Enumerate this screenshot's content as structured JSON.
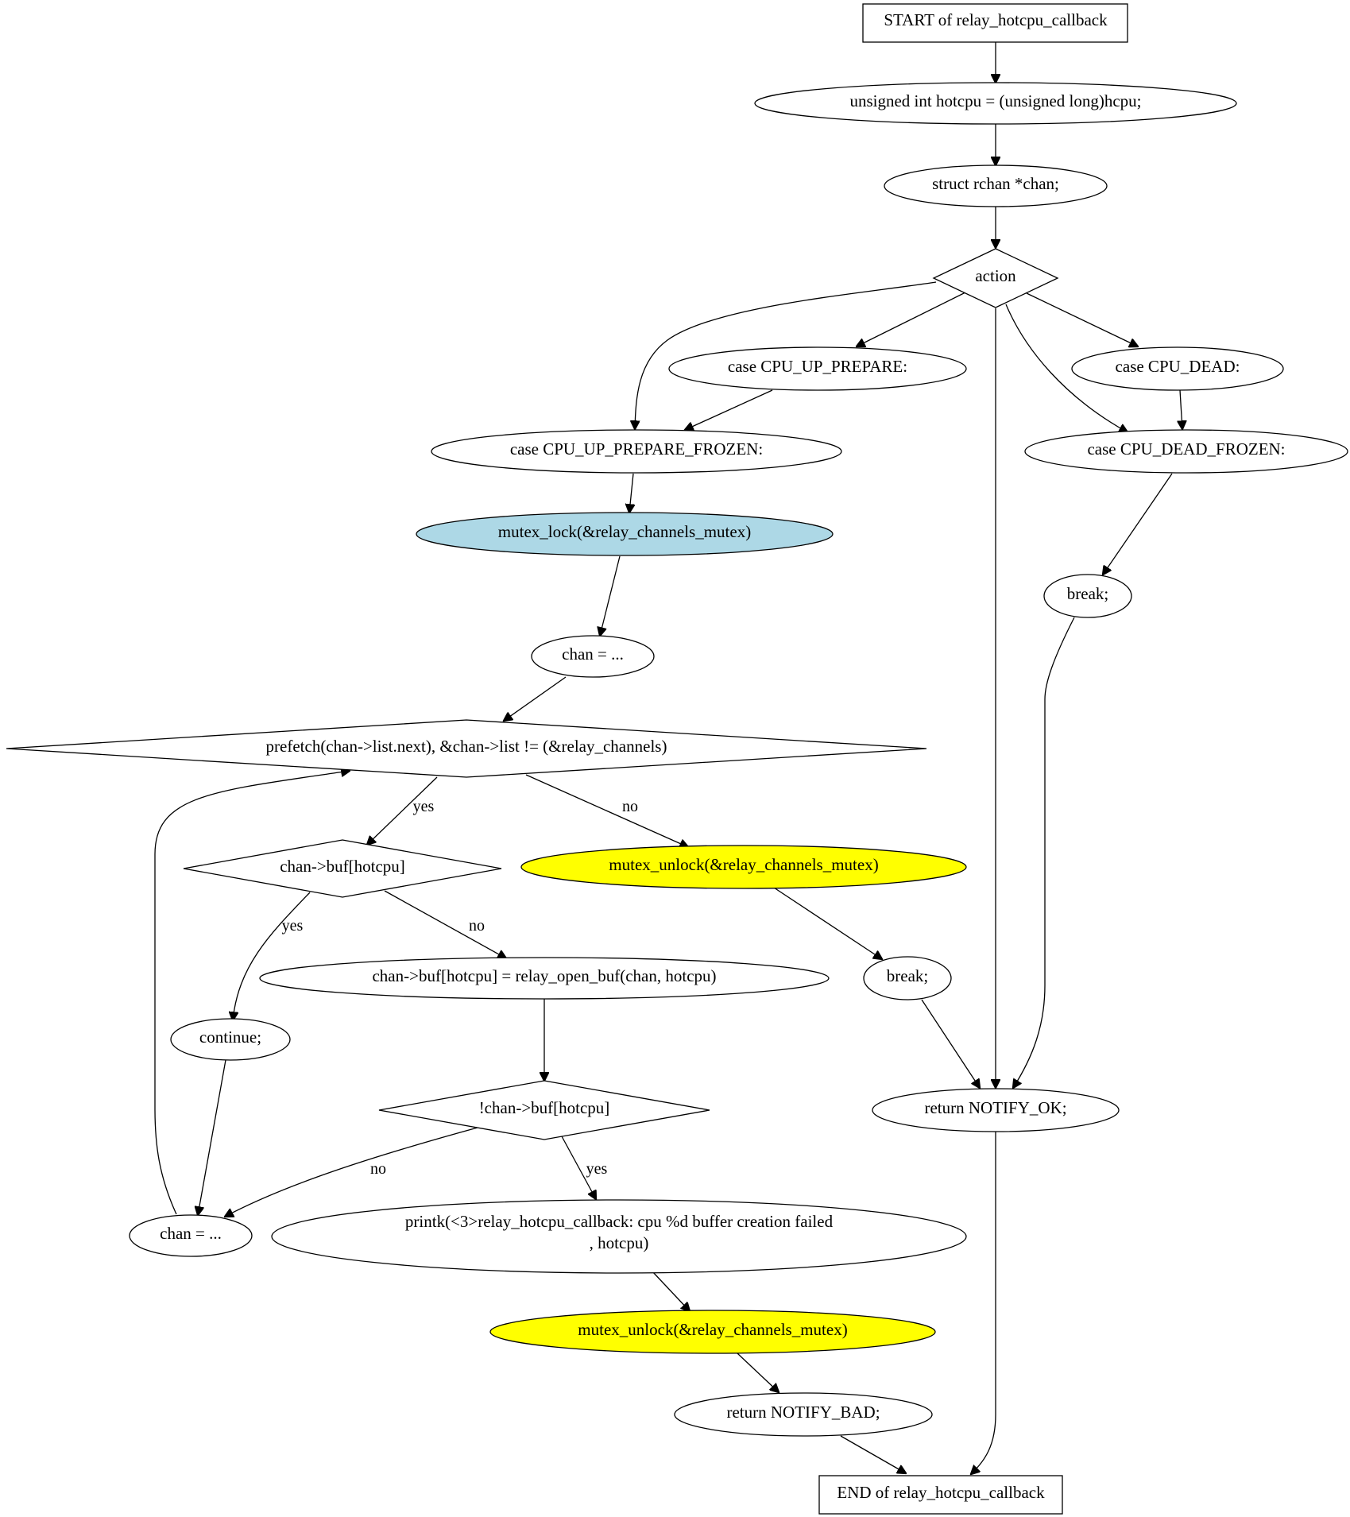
{
  "nodes": {
    "start": "START of relay_hotcpu_callback",
    "hotcpu": "unsigned int hotcpu = (unsigned long)hcpu;",
    "chan_decl": "struct rchan *chan;",
    "action": "action",
    "up_prepare": "case CPU_UP_PREPARE:",
    "dead": "case CPU_DEAD:",
    "up_prepare_frozen": "case CPU_UP_PREPARE_FROZEN:",
    "dead_frozen": "case CPU_DEAD_FROZEN:",
    "mutex_lock": "mutex_lock(&relay_channels_mutex)",
    "break_dead": "break;",
    "chan_init": "chan = ...",
    "loop_cond": "prefetch(chan->list.next), &chan->list != (&relay_channels)",
    "buf_check": "chan->buf[hotcpu]",
    "unlock_ok": "mutex_unlock(&relay_channels_mutex)",
    "open_buf": "chan->buf[hotcpu] = relay_open_buf(chan, hotcpu)",
    "continue": "continue;",
    "break_ok": "break;",
    "not_buf": "!chan->buf[hotcpu]",
    "return_ok": "return NOTIFY_OK;",
    "chan_next": "chan = ...",
    "printk_line1": "printk(<3>relay_hotcpu_callback: cpu %d buffer creation failed",
    "printk_line2": ", hotcpu)",
    "unlock_bad": "mutex_unlock(&relay_channels_mutex)",
    "return_bad": "return NOTIFY_BAD;",
    "end": "END of relay_hotcpu_callback"
  },
  "edge_labels": {
    "loop_yes": "yes",
    "loop_no": "no",
    "buf_yes": "yes",
    "buf_no": "no",
    "notbuf_no": "no",
    "notbuf_yes": "yes"
  },
  "colors": {
    "lock_fill": "#add8e6",
    "unlock_fill": "#ffff00",
    "default_fill": "#ffffff"
  }
}
